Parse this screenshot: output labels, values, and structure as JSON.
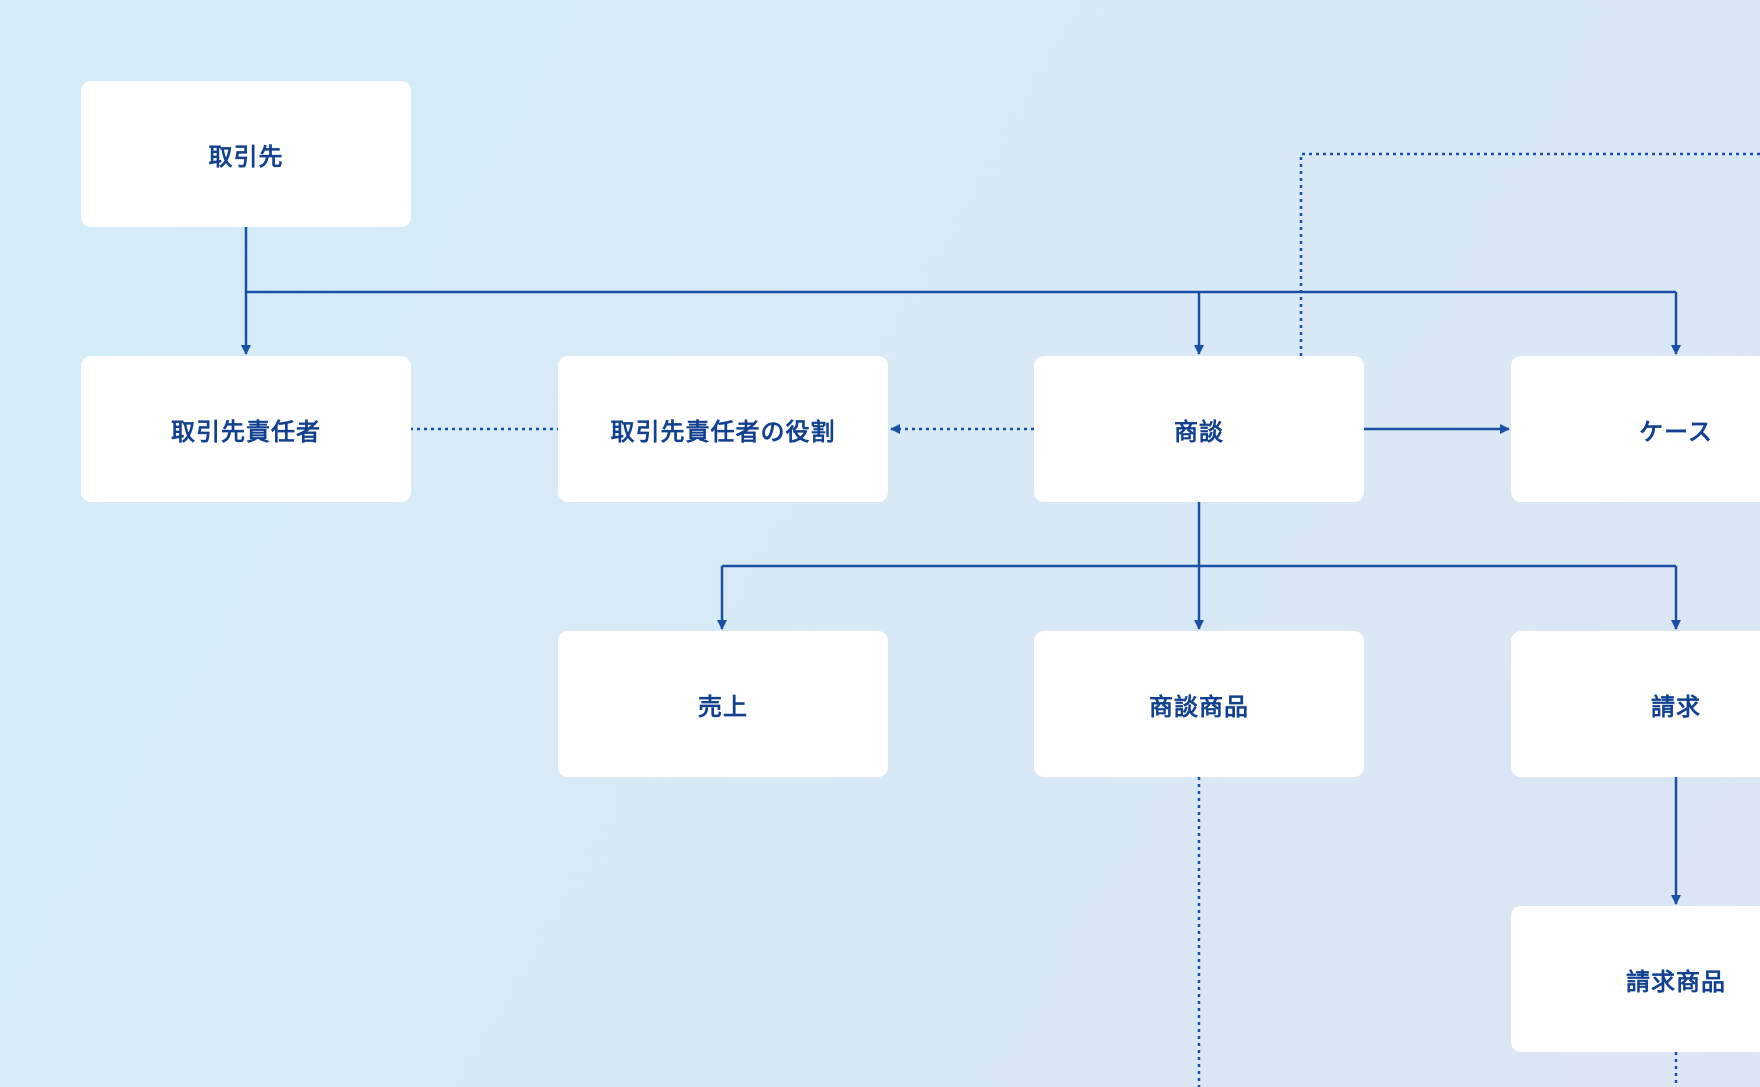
{
  "colors": {
    "line": "#1a4fa8",
    "text": "#10408f",
    "node": "#ffffff"
  },
  "nodes": {
    "account": "取引先",
    "contact": "取引先責任者",
    "contact_role": "取引先責任者の役割",
    "opportunity": "商談",
    "case": "ケース",
    "sales": "売上",
    "opportunity_product": "商談商品",
    "invoice": "請求",
    "invoice_product": "請求商品"
  }
}
